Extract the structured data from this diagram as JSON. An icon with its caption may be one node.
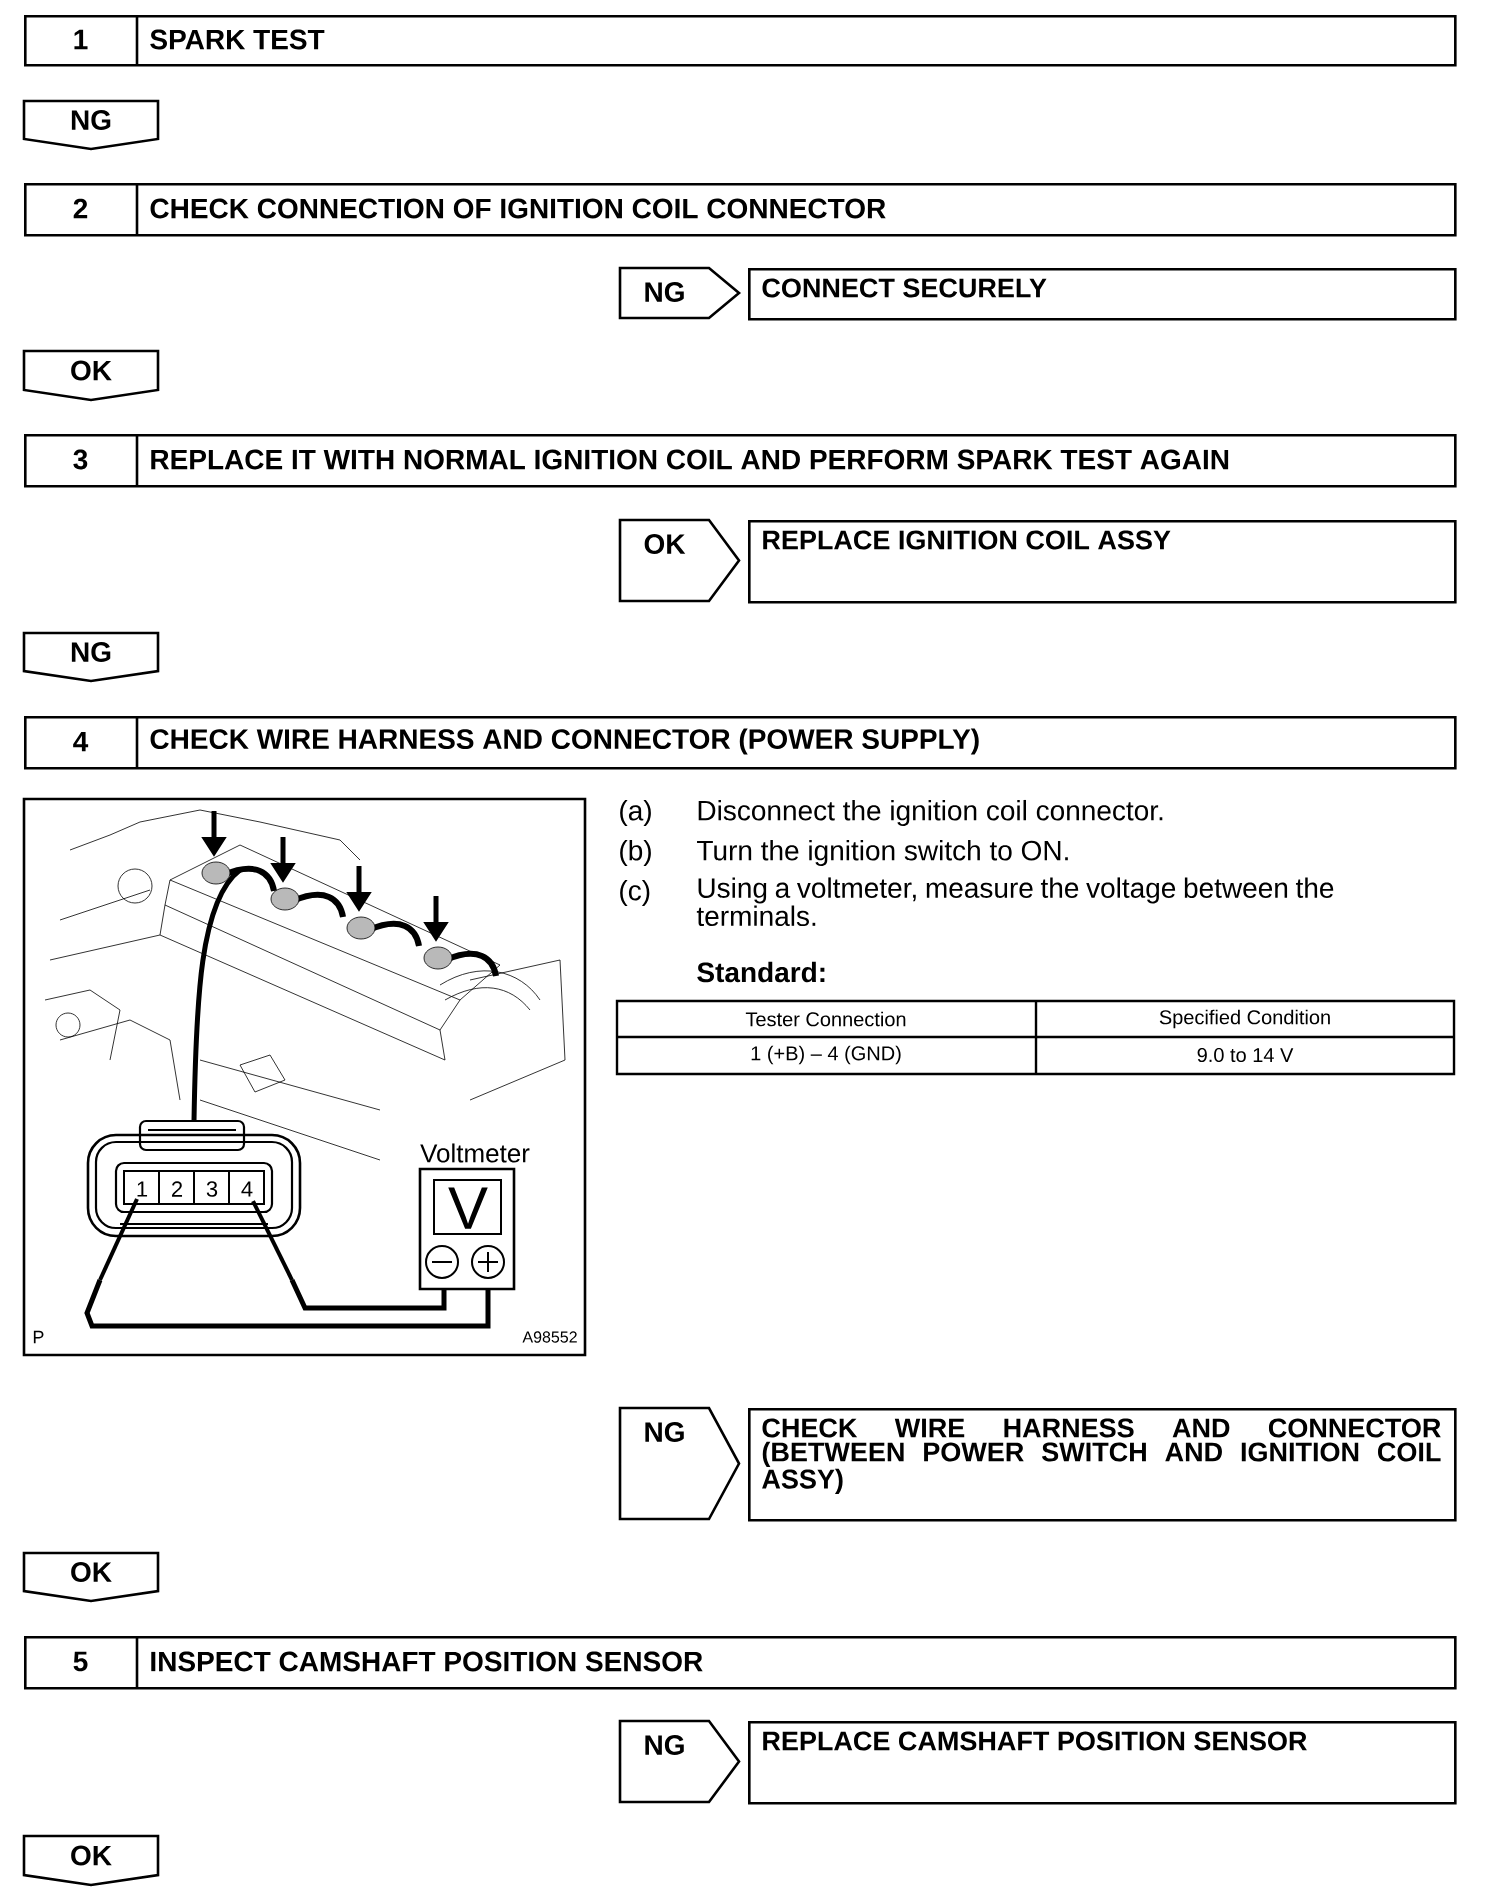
{
  "diagram": {
    "nodes": [
      {
        "text": [
          "1",
          "SPARK TEST"
        ]
      },
      {
        "text": [
          "NG"
        ]
      },
      {
        "text": [
          "2",
          "CHECK CONNECTION OF IGNITION COIL CONNECTOR"
        ]
      },
      {
        "text": [
          "NG"
        ]
      },
      {
        "text": [
          "CONNECT SECURELY"
        ]
      },
      {
        "text": [
          "OK"
        ]
      },
      {
        "text": [
          "3",
          "REPLACE IT WITH NORMAL IGNITION COIL AND PERFORM SPARK TEST AGAIN"
        ]
      },
      {
        "text": [
          "OK"
        ]
      },
      {
        "text": [
          "REPLACE IGNITION COIL ASSY"
        ]
      },
      {
        "text": [
          "NG"
        ]
      },
      {
        "text": [
          "4",
          "CHECK WIRE HARNESS AND CONNECTOR (POWER SUPPLY)"
        ]
      },
      {
        "text": [
          "NG"
        ]
      },
      {
        "text": [
          "CHECK WIRE HARNESS AND CONNECTOR (BETWEEN POWER SWITCH AND IGNITION COIL ASSY)"
        ]
      },
      {
        "text": [
          "OK"
        ]
      },
      {
        "text": [
          "5",
          "INSPECT CAMSHAFT POSITION SENSOR"
        ]
      },
      {
        "text": [
          "NG"
        ]
      },
      {
        "text": [
          "REPLACE CAMSHAFT POSITION SENSOR"
        ]
      },
      {
        "text": [
          "OK"
        ]
      }
    ],
    "labels": [
      "(a)",
      "Disconnect the ignition coil connector.",
      "(b)",
      "Turn the ignition switch to ON.",
      "(c)",
      "Using a voltmeter, measure the voltage between the terminals.",
      "Standard:",
      "Tester Connection",
      "Specified Condition",
      "1 (+B) – 4 (GND)",
      "9.0 to 14 V",
      "Voltmeter",
      "1",
      "2",
      "3",
      "4",
      "V",
      "P",
      "A98552"
    ]
  }
}
